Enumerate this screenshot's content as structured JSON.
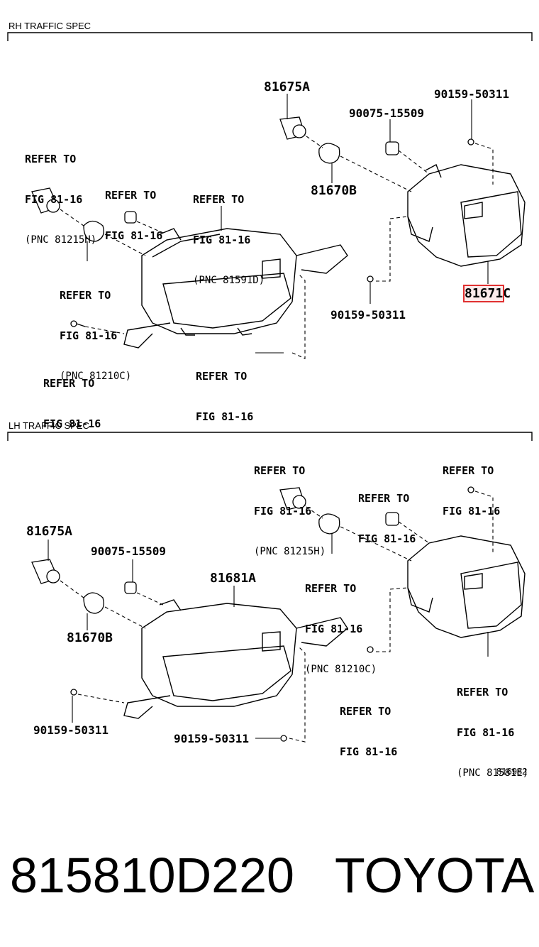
{
  "rh": {
    "title": "RH TRAFFIC SPEC",
    "p81675a": "81675A",
    "p90159_top": "90159-50311",
    "p90075": "90075-15509",
    "p81670b": "81670B",
    "p81671_main": "81671",
    "p81671_suffix": "C",
    "p90159_mid": "90159-50311",
    "ref_a": {
      "l1": "REFER TO",
      "l2": "FIG 81-16",
      "l3": "(PNC 81215H)"
    },
    "ref_b": {
      "l1": "REFER TO",
      "l2": "FIG 81-16"
    },
    "ref_c": {
      "l1": "REFER TO",
      "l2": "FIG 81-16",
      "l3": "(PNC 81591D)"
    },
    "ref_d": {
      "l1": "REFER TO",
      "l2": "FIG 81-16",
      "l3": "(PNC 81210C)"
    },
    "ref_e": {
      "l1": "REFER TO",
      "l2": "FIG 81-16"
    },
    "ref_f": {
      "l1": "REFER TO",
      "l2": "FIG 81-16"
    }
  },
  "lh": {
    "title": "LH TRAFFIC SPEC",
    "ref_a": {
      "l1": "REFER TO",
      "l2": "FIG 81-16",
      "l3": "(PNC 81215H)"
    },
    "ref_b": {
      "l1": "REFER TO",
      "l2": "FIG 81-16"
    },
    "ref_c": {
      "l1": "REFER TO",
      "l2": "FIG 81-16"
    },
    "ref_d": {
      "l1": "REFER TO",
      "l2": "FIG 81-16",
      "l3": "(PNC 81210C)"
    },
    "ref_e": {
      "l1": "REFER TO",
      "l2": "FIG 81-16",
      "l3": "(PNC 81581E)"
    },
    "ref_f": {
      "l1": "REFER TO",
      "l2": "FIG 81-16"
    },
    "p81675a": "81675A",
    "p90075": "90075-15509",
    "p81681a": "81681A",
    "p81670b": "81670B",
    "p90159_left": "90159-50311",
    "p90159_bottom": "90159-50311"
  },
  "figure_no": "816982",
  "footer": {
    "part_number": "815810D220",
    "brand": "TOYOTA"
  },
  "highlight_color": "#e03030"
}
